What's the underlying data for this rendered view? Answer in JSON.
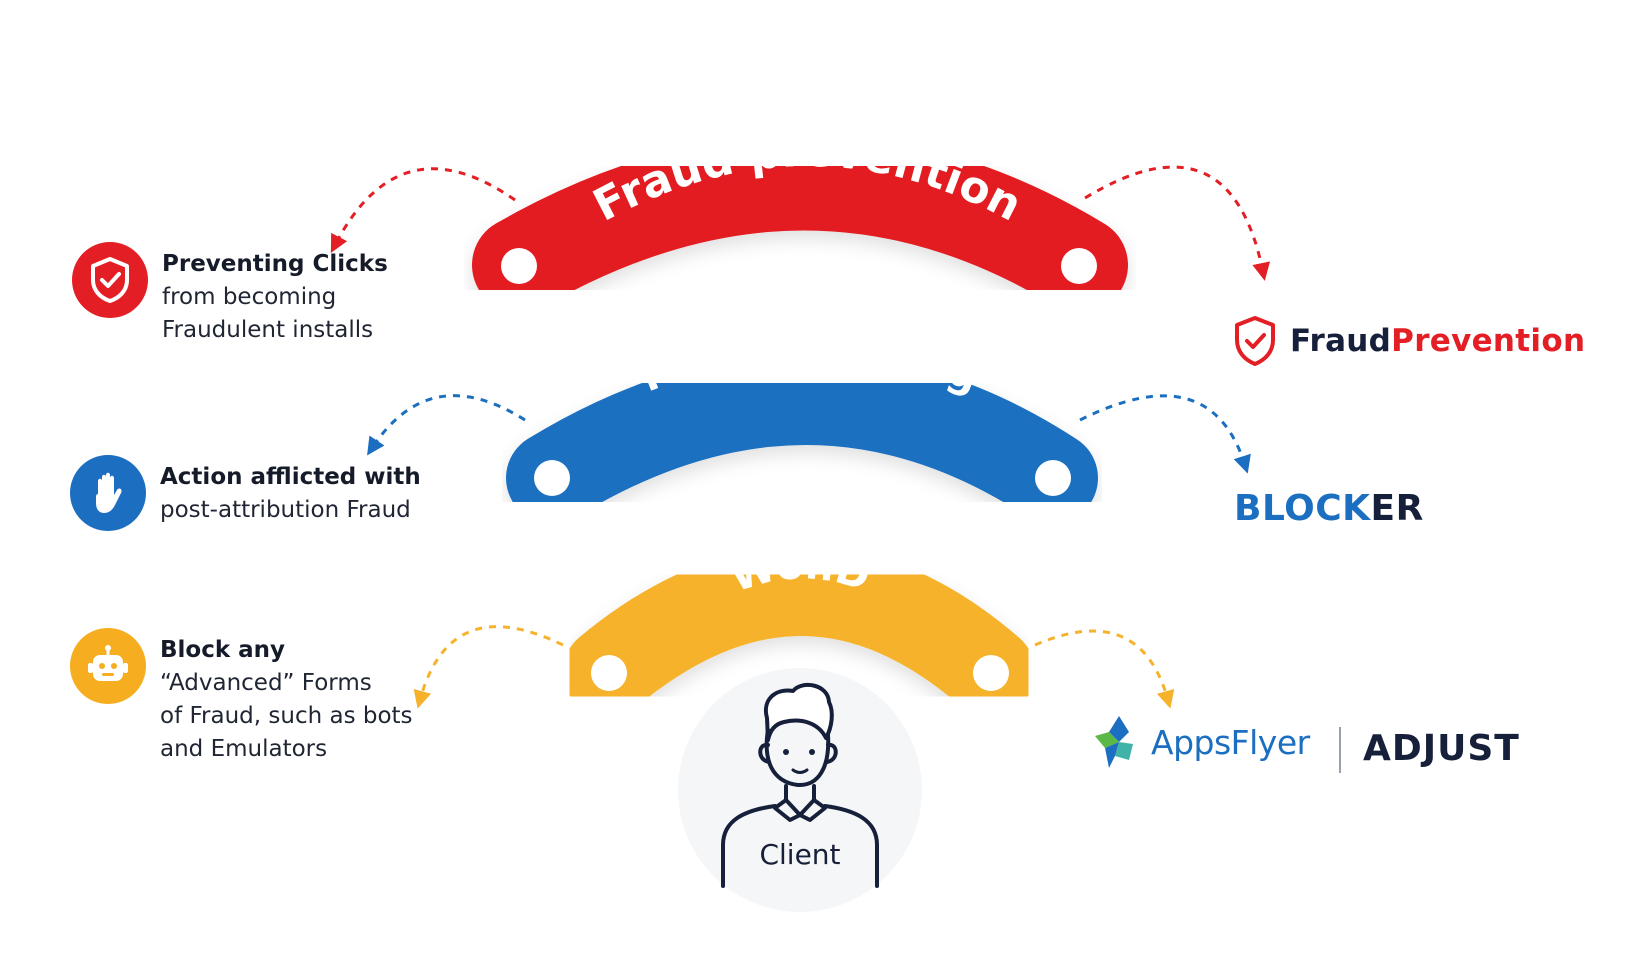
{
  "arcs": [
    {
      "id": "prevention",
      "label": "Fraud prevention",
      "color": "#e31e24"
    },
    {
      "id": "blocking",
      "label": "Fraud blocking",
      "color": "#1c6fc0"
    },
    {
      "id": "wond",
      "label": "WonD",
      "color": "#f6b22b"
    }
  ],
  "features": [
    {
      "icon": "shield-check-icon",
      "title": "Preventing Clicks",
      "lines": [
        "from becoming",
        "Fraudulent installs"
      ]
    },
    {
      "icon": "hand-icon",
      "title": "Action afflicted with",
      "lines": [
        "post-attribution Fraud"
      ]
    },
    {
      "icon": "robot-icon",
      "title": "Block any",
      "lines": [
        "“Advanced” Forms",
        "of Fraud, such as bots",
        "and Emulators"
      ]
    }
  ],
  "logos": {
    "fraudprevention": {
      "part1": "Fraud",
      "part2": "Prevention"
    },
    "blocker": {
      "part1": "BLOCK",
      "part2": "ER"
    },
    "appsflyer": "AppsFlyer",
    "adjust": "ADJUST"
  },
  "client": {
    "label": "Client"
  },
  "colors": {
    "red": "#e31e24",
    "blue": "#1c6fc0",
    "yellow": "#f6b22b",
    "navy": "#17203a"
  }
}
